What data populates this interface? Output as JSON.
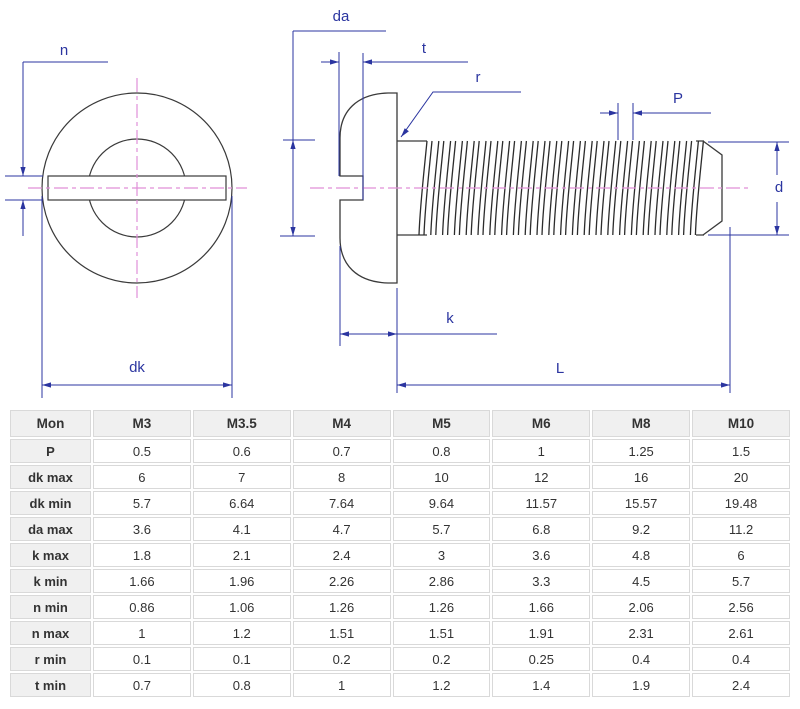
{
  "drawing": {
    "labels": {
      "n": "n",
      "dk": "dk",
      "da": "da",
      "t": "t",
      "r": "r",
      "P": "P",
      "d": "d",
      "k": "k",
      "L": "L"
    },
    "colors": {
      "dimension_blue": "#2b35a0",
      "outline_dark": "#3a3a3a",
      "centerline_pink": "#e08fd8",
      "table_header_bg": "#f0f0f0",
      "table_border": "#d9d9d9",
      "table_text": "#333333"
    }
  },
  "table": {
    "columns": [
      "Mon",
      "M3",
      "M3.5",
      "M4",
      "M5",
      "M6",
      "M8",
      "M10"
    ],
    "rows": [
      {
        "label": "P",
        "values": [
          "0.5",
          "0.6",
          "0.7",
          "0.8",
          "1",
          "1.25",
          "1.5"
        ]
      },
      {
        "label": "dk max",
        "values": [
          "6",
          "7",
          "8",
          "10",
          "12",
          "16",
          "20"
        ]
      },
      {
        "label": "dk min",
        "values": [
          "5.7",
          "6.64",
          "7.64",
          "9.64",
          "11.57",
          "15.57",
          "19.48"
        ]
      },
      {
        "label": "da max",
        "values": [
          "3.6",
          "4.1",
          "4.7",
          "5.7",
          "6.8",
          "9.2",
          "11.2"
        ]
      },
      {
        "label": "k max",
        "values": [
          "1.8",
          "2.1",
          "2.4",
          "3",
          "3.6",
          "4.8",
          "6"
        ]
      },
      {
        "label": "k min",
        "values": [
          "1.66",
          "1.96",
          "2.26",
          "2.86",
          "3.3",
          "4.5",
          "5.7"
        ]
      },
      {
        "label": "n min",
        "values": [
          "0.86",
          "1.06",
          "1.26",
          "1.26",
          "1.66",
          "2.06",
          "2.56"
        ]
      },
      {
        "label": "n max",
        "values": [
          "1",
          "1.2",
          "1.51",
          "1.51",
          "1.91",
          "2.31",
          "2.61"
        ]
      },
      {
        "label": "r min",
        "values": [
          "0.1",
          "0.1",
          "0.2",
          "0.2",
          "0.25",
          "0.4",
          "0.4"
        ]
      },
      {
        "label": "t min",
        "values": [
          "0.7",
          "0.8",
          "1",
          "1.2",
          "1.4",
          "1.9",
          "2.4"
        ]
      }
    ]
  }
}
